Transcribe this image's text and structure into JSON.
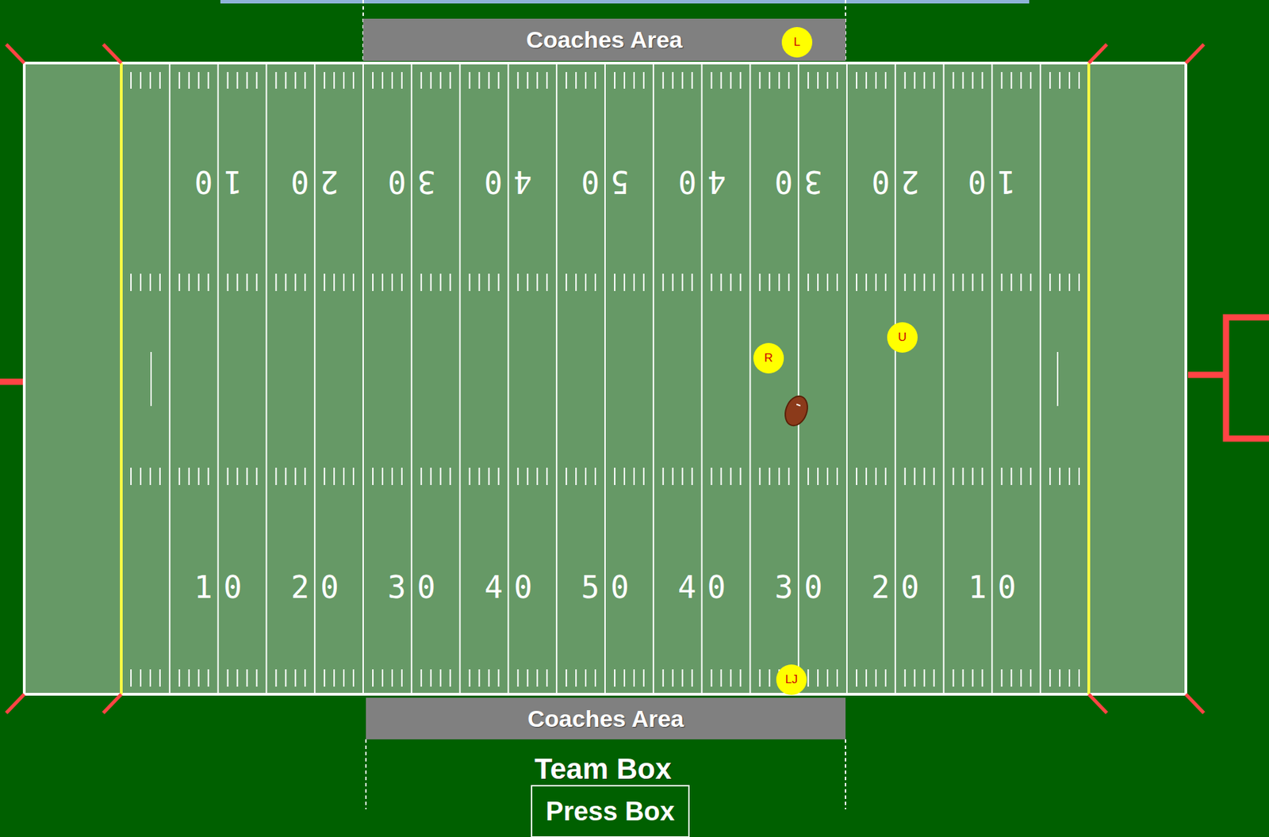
{
  "diagram": {
    "nodes": [
      {
        "text": [
          "Coaches Area"
        ]
      },
      {
        "text": [
          "L"
        ],
        "in": 0
      },
      {
        "text": [
          "R"
        ]
      },
      {
        "text": [
          "U"
        ]
      },
      {
        "text": [
          "LJ"
        ]
      },
      {
        "text": [
          "Coaches Area"
        ]
      },
      {
        "text": [
          "Press Box"
        ]
      }
    ],
    "labels": [
      "10",
      "20",
      "30",
      "40",
      "50",
      "40",
      "30",
      "20",
      "10",
      "10",
      "20",
      "30",
      "40",
      "50",
      "40",
      "30",
      "20",
      "10",
      "Team Box"
    ]
  }
}
